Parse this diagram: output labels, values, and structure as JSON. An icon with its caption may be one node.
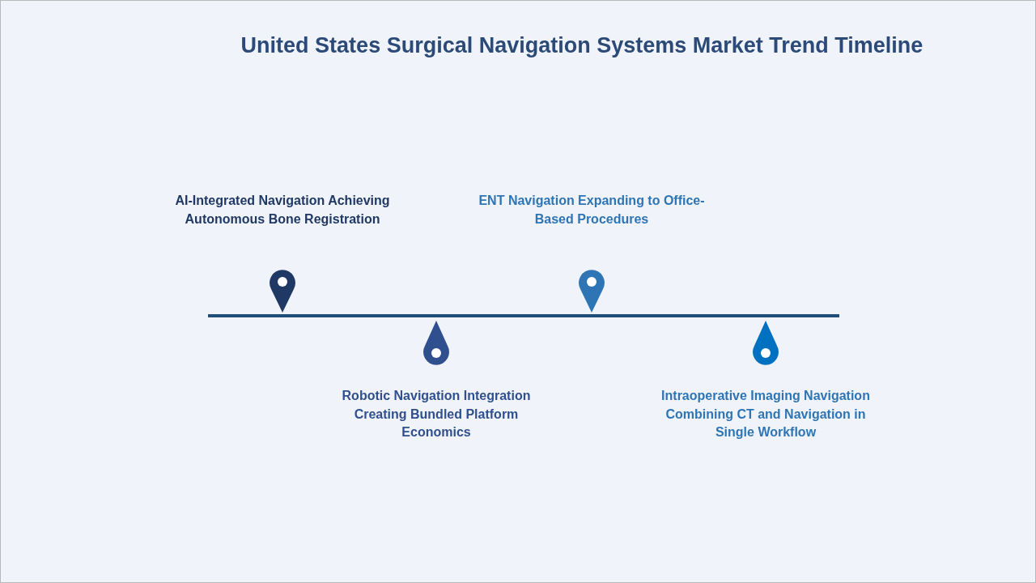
{
  "diagram": {
    "title": "United States Surgical Navigation Systems Market Trend Timeline",
    "labels": [
      "AI-Integrated Navigation Achieving Autonomous Bone Registration",
      "Robotic Navigation Integration Creating Bundled Platform Economics",
      "ENT Navigation Expanding to Office-Based Procedures",
      "Intraoperative Imaging Navigation Combining CT and Navigation in Single Workflow"
    ]
  }
}
